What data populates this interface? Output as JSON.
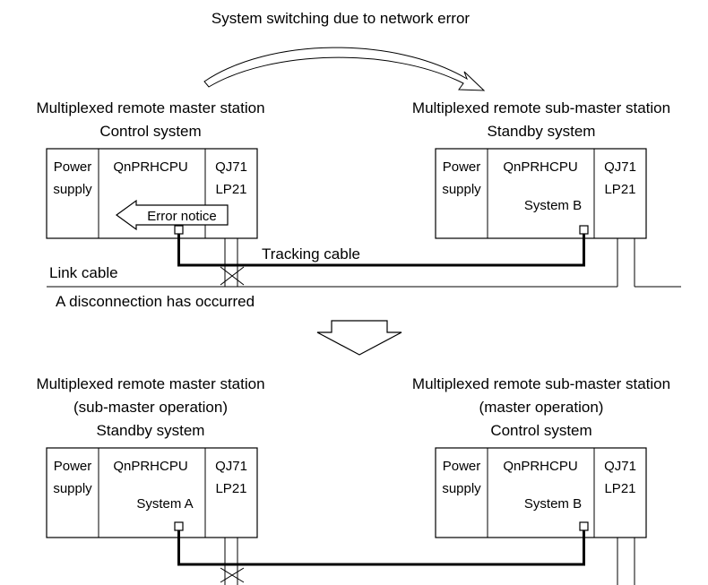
{
  "title": "System switching due to network error",
  "before": {
    "left": {
      "heading": "Multiplexed remote master station",
      "system": "Control system",
      "modules": {
        "power": [
          "Power",
          "supply"
        ],
        "cpu": "QnPRHCPU",
        "network": [
          "QJ71",
          "LP21"
        ]
      },
      "callout": "Error notice"
    },
    "right": {
      "heading": "Multiplexed remote sub-master station",
      "system": "Standby system",
      "modules": {
        "power": [
          "Power",
          "supply"
        ],
        "cpu": "QnPRHCPU",
        "system_label": "System B",
        "network": [
          "QJ71",
          "LP21"
        ]
      }
    },
    "tracking_cable_label": "Tracking cable",
    "link_cable_label": "Link cable",
    "disconnection_label": "A disconnection has occurred"
  },
  "after": {
    "left": {
      "heading": "Multiplexed remote master station",
      "operation": "(sub-master operation)",
      "system": "Standby system",
      "modules": {
        "power": [
          "Power",
          "supply"
        ],
        "cpu": "QnPRHCPU",
        "system_label": "System A",
        "network": [
          "QJ71",
          "LP21"
        ]
      }
    },
    "right": {
      "heading": "Multiplexed remote sub-master station",
      "operation": "(master operation)",
      "system": "Control system",
      "modules": {
        "power": [
          "Power",
          "supply"
        ],
        "cpu": "QnPRHCPU",
        "system_label": "System B",
        "network": [
          "QJ71",
          "LP21"
        ]
      }
    }
  }
}
